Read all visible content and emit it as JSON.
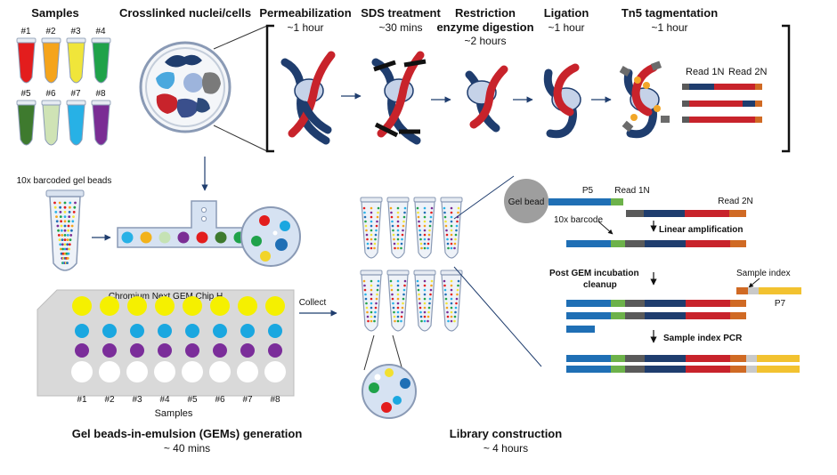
{
  "header": {
    "samples": "Samples",
    "crosslinked": "Crosslinked nuclei/cells",
    "permeabilization": "Permeabilization",
    "permeabilization_time": "~1 hour",
    "sds": "SDS treatment",
    "sds_time": "~30 mins",
    "restriction_1": "Restriction",
    "restriction_2": "enzyme digestion",
    "restriction_time": "~2 hours",
    "ligation": "Ligation",
    "ligation_time": "~1 hour",
    "tn5": "Tn5 tagmentation",
    "tn5_time": "~1 hour"
  },
  "tubes": [
    {
      "label": "#1",
      "color": "#e31d1d"
    },
    {
      "label": "#2",
      "color": "#f5a41b"
    },
    {
      "label": "#3",
      "color": "#f0e53a"
    },
    {
      "label": "#4",
      "color": "#1fa24a"
    },
    {
      "label": "#5",
      "color": "#3e7a2e"
    },
    {
      "label": "#6",
      "color": "#cfe3b5"
    },
    {
      "label": "#7",
      "color": "#27b1e6"
    },
    {
      "label": "#8",
      "color": "#7a2d94"
    }
  ],
  "reads": {
    "read1": "Read 1N",
    "read2": "Read 2N"
  },
  "gem": {
    "beads_label": "10x barcoded gel beads",
    "chip_title": "Chromium Next GEM Chip H",
    "collect": "Collect",
    "wells": [
      "#1",
      "#2",
      "#3",
      "#4",
      "#5",
      "#6",
      "#7",
      "#8"
    ],
    "samples": "Samples",
    "title": "Gel beads-in-emulsion (GEMs) generation",
    "time": "~ 40 mins"
  },
  "library": {
    "gel_bead": "Gel bead",
    "p5": "P5",
    "read1": "Read 1N",
    "read2": "Read 2N",
    "barcode": "10x barcode",
    "linear": "Linear amplification",
    "post_1": "Post GEM incubation",
    "post_2": "cleanup",
    "sample_index": "Sample index",
    "p7": "P7",
    "pcr": "Sample index PCR",
    "title": "Library construction",
    "time": "~ 4 hours"
  },
  "colors": {
    "navy": "#1f3d6e",
    "red": "#c8232b",
    "blue": "#1f6fb5",
    "green": "#6db24a",
    "gray": "#5a5a5a",
    "orange": "#d06a24",
    "yellow": "#f2c230",
    "yellow_dot": "#f5f000",
    "cyan_dot": "#1aa7e0",
    "purple_dot": "#7b2d9a"
  }
}
